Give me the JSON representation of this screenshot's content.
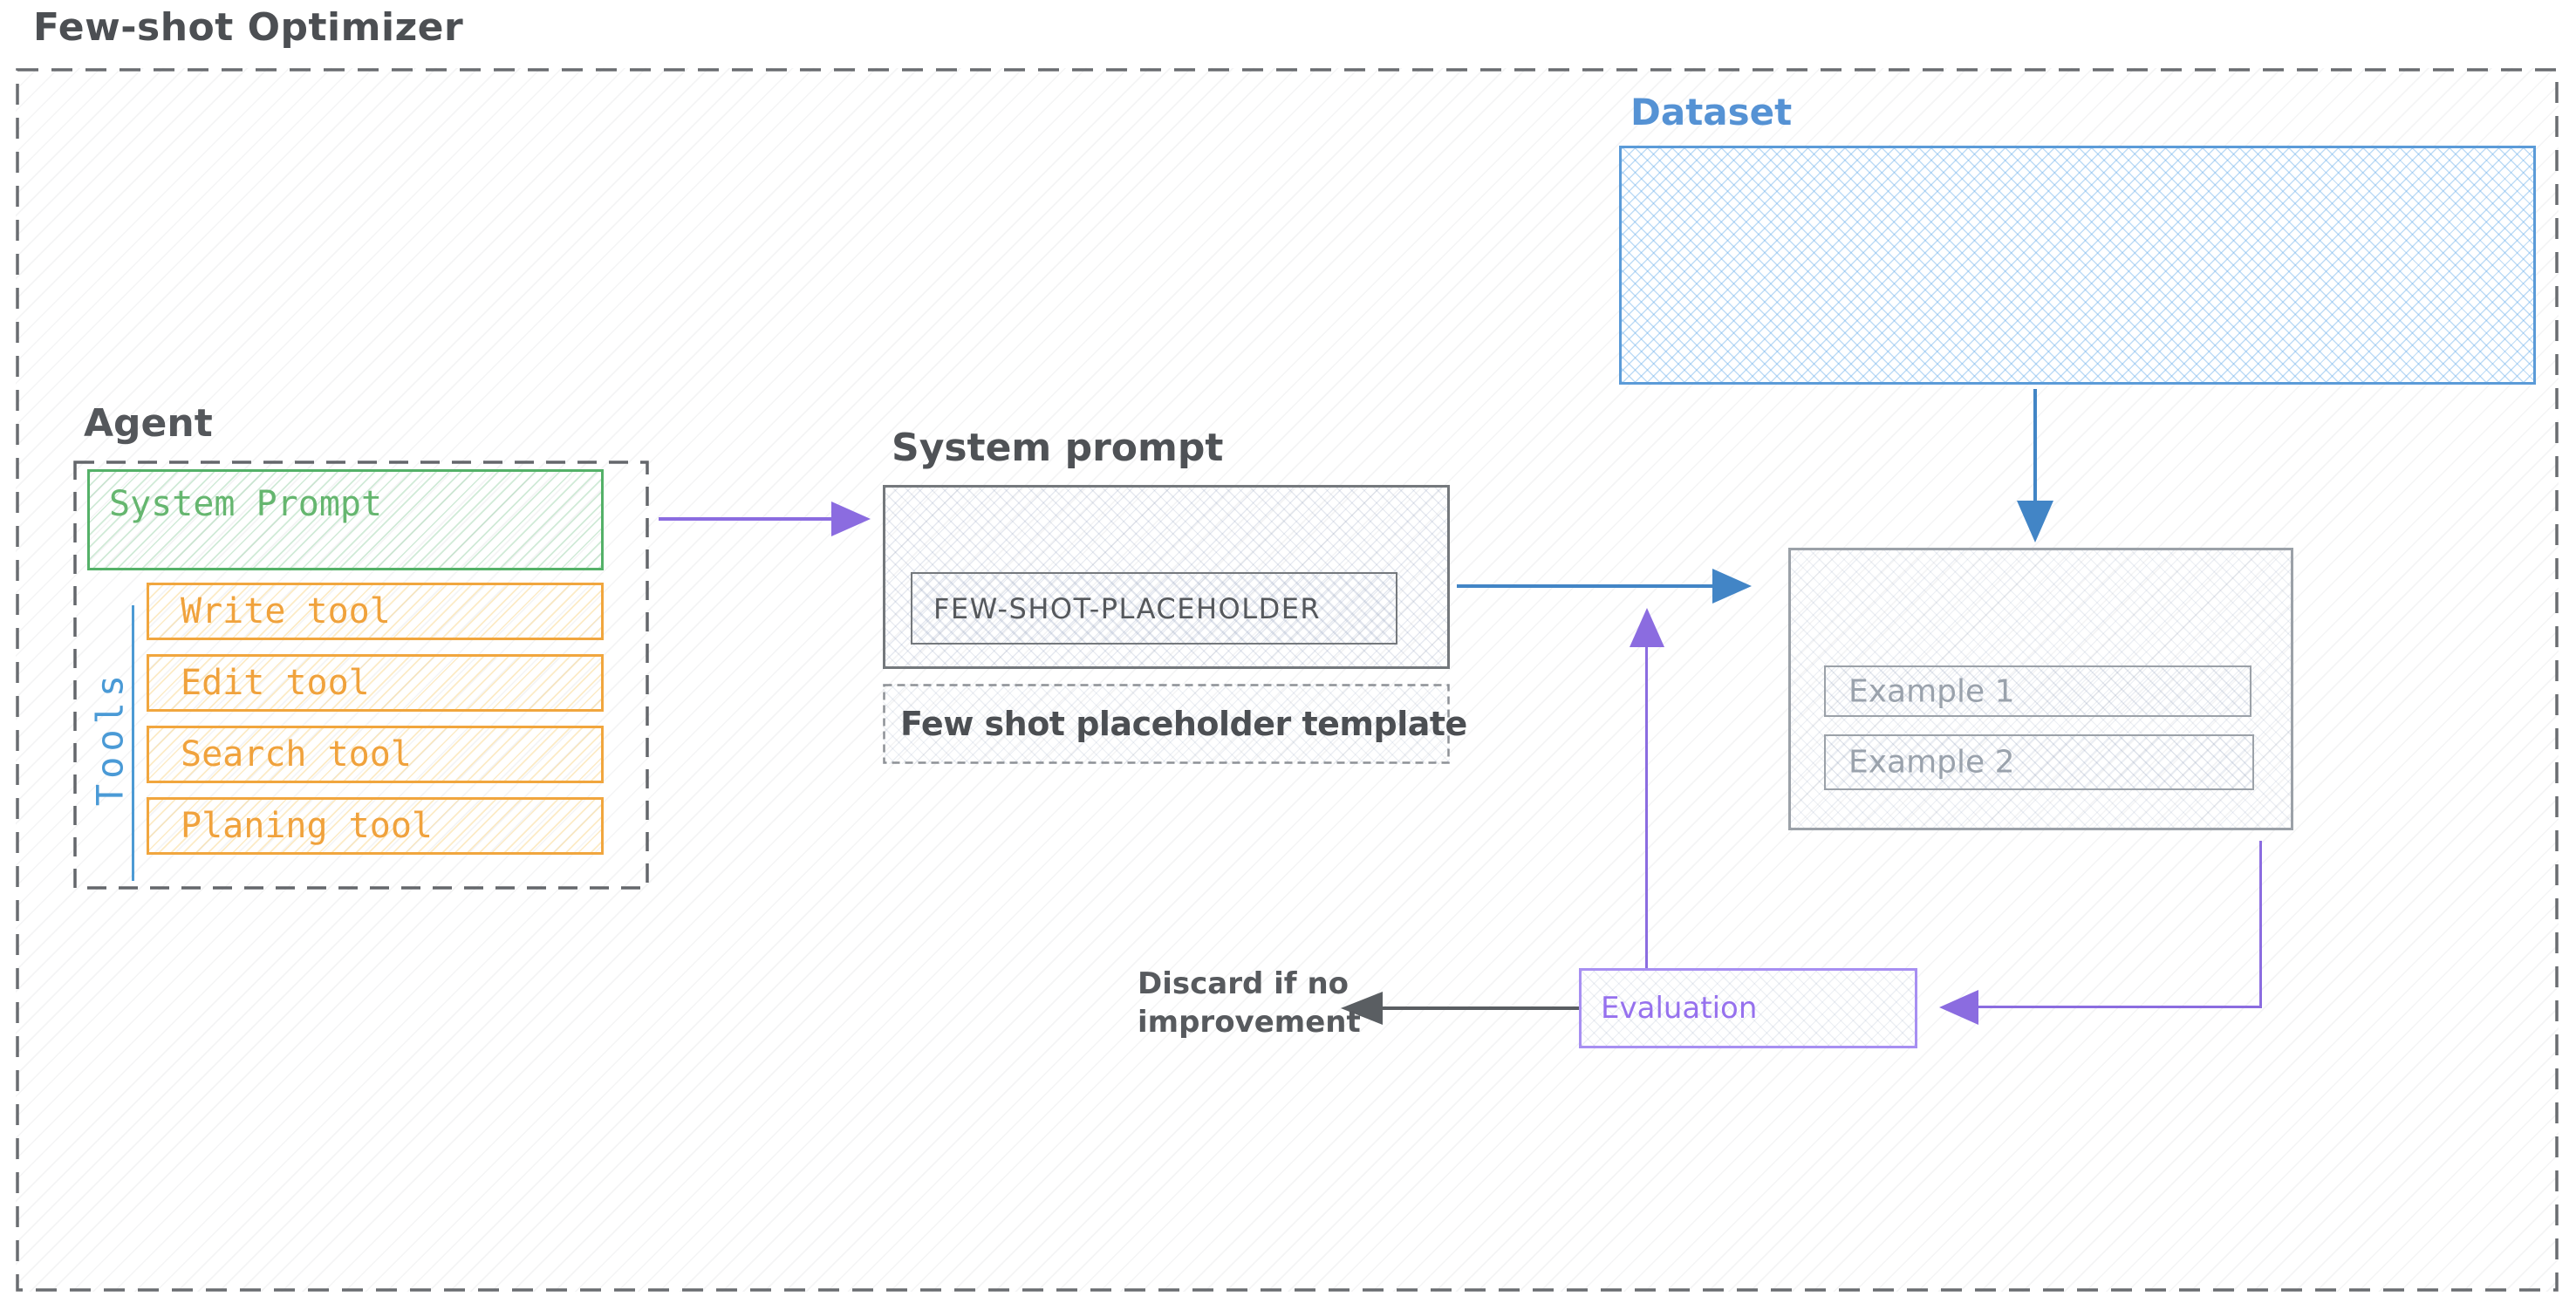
{
  "title": "Few-shot Optimizer",
  "dataset": {
    "label": "Dataset"
  },
  "agent": {
    "label": "Agent",
    "system_prompt_label": "System Prompt",
    "tools_label": "Tools",
    "tools": [
      "Write tool",
      "Edit tool",
      "Search tool",
      "Planing tool"
    ]
  },
  "system_prompt": {
    "label": "System prompt",
    "placeholder": "FEW-SHOT-PLACEHOLDER",
    "template_caption": "Few shot placeholder template"
  },
  "examples": {
    "item1": "Example 1",
    "item2": "Example 2"
  },
  "evaluation": {
    "label": "Evaluation"
  },
  "discard": {
    "line1": "Discard if no",
    "line2": "improvement"
  },
  "colors": {
    "gray_text": "#4c4f53",
    "gray_stroke": "#6a6d71",
    "blue_accent": "#5592d4",
    "blue_arrow": "#4285c6",
    "tools_blue": "#4a9ad6",
    "green_accent": "#54b168",
    "green_text": "#65b66f",
    "orange_accent": "#f1a63e",
    "orange_text": "#f0a23c",
    "purple_accent": "#8b6ce0",
    "purple_box_border": "#a78ff2",
    "purple_text": "#9671ee",
    "lightgray_box": "#9ba1a8"
  }
}
